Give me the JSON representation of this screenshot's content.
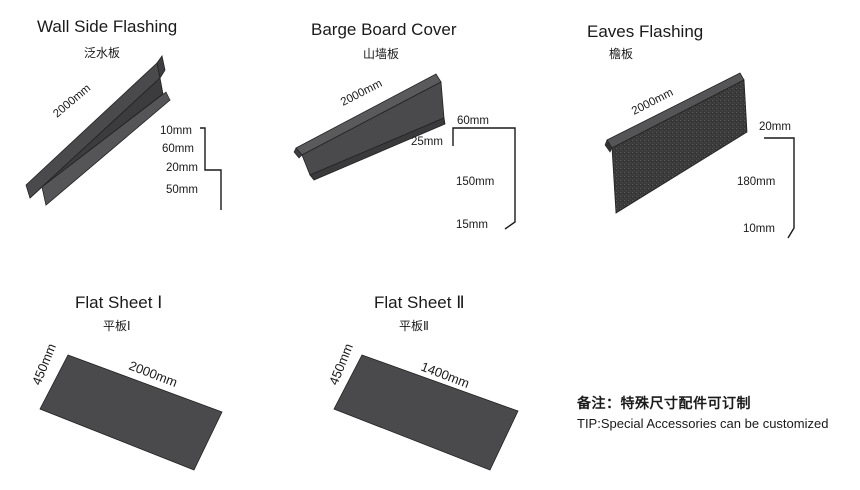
{
  "products": [
    {
      "name": "Wall Side Flashing",
      "name_cn": "泛水板",
      "length": "2000mm",
      "dims": [
        "10mm",
        "60mm",
        "20mm",
        "50mm"
      ]
    },
    {
      "name": "Barge Board Cover",
      "name_cn": "山墙板",
      "length": "2000mm",
      "dims": [
        "60mm",
        "25mm",
        "150mm",
        "15mm"
      ]
    },
    {
      "name": "Eaves Flashing",
      "name_cn": "檐板",
      "length": "2000mm",
      "dims": [
        "20mm",
        "180mm",
        "10mm"
      ]
    },
    {
      "name": "Flat Sheet Ⅰ",
      "name_cn": "平板Ⅰ",
      "length": "2000mm",
      "width": "450mm"
    },
    {
      "name": "Flat Sheet Ⅱ",
      "name_cn": "平板Ⅱ",
      "length": "1400mm",
      "width": "450mm"
    }
  ],
  "tip": {
    "cn": "备注：特殊尺寸配件可订制",
    "en": "TIP:Special Accessories can be customized"
  },
  "colors": {
    "metal": "#4a4a4c",
    "metal_edge": "#2a2a2a",
    "eaves_texture": "#3b3b3b"
  }
}
